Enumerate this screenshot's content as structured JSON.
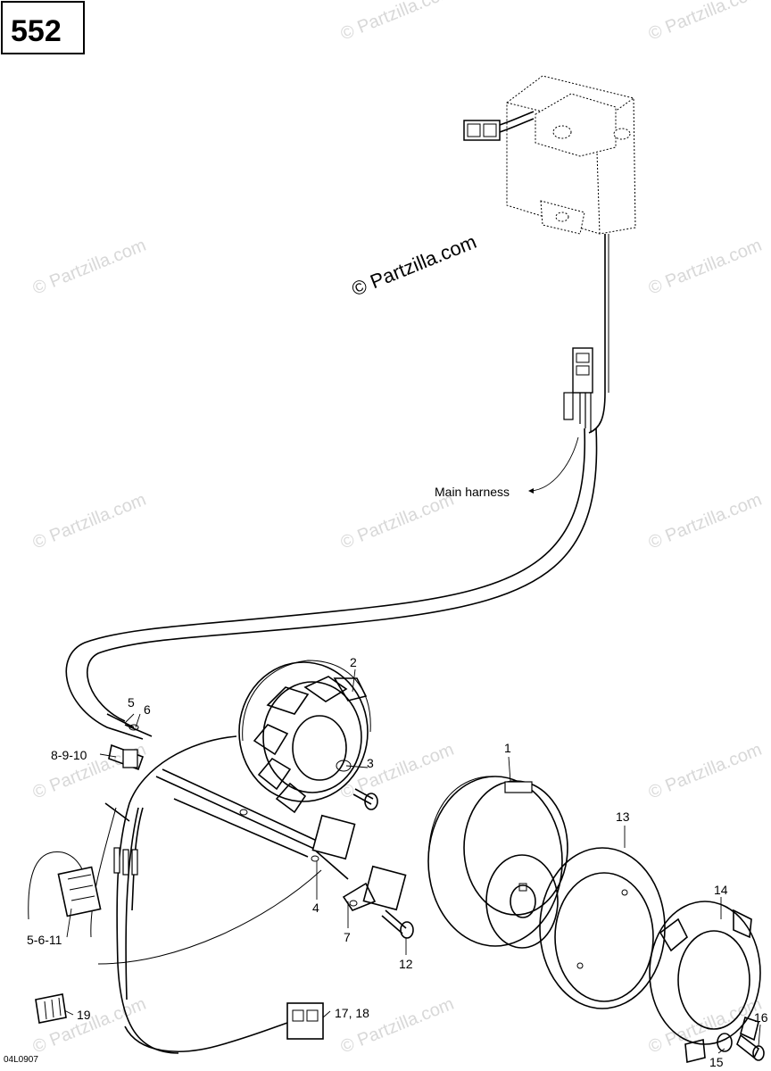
{
  "page_number": "552",
  "figure_ref": "04L0907",
  "copyright_text": "© Partzilla.com",
  "watermark_text": "© Partzilla.com",
  "callouts": {
    "main_harness": "Main harness",
    "c1": "1",
    "c2": "2",
    "c3": "3",
    "c4": "4",
    "c5": "5",
    "c6": "6",
    "c7": "7",
    "c8_9_10": "8-9-10",
    "c5_6_11": "5-6-11",
    "c12": "12",
    "c13": "13",
    "c14": "14",
    "c15": "15",
    "c16": "16",
    "c17_18": "17, 18",
    "c19": "19"
  }
}
